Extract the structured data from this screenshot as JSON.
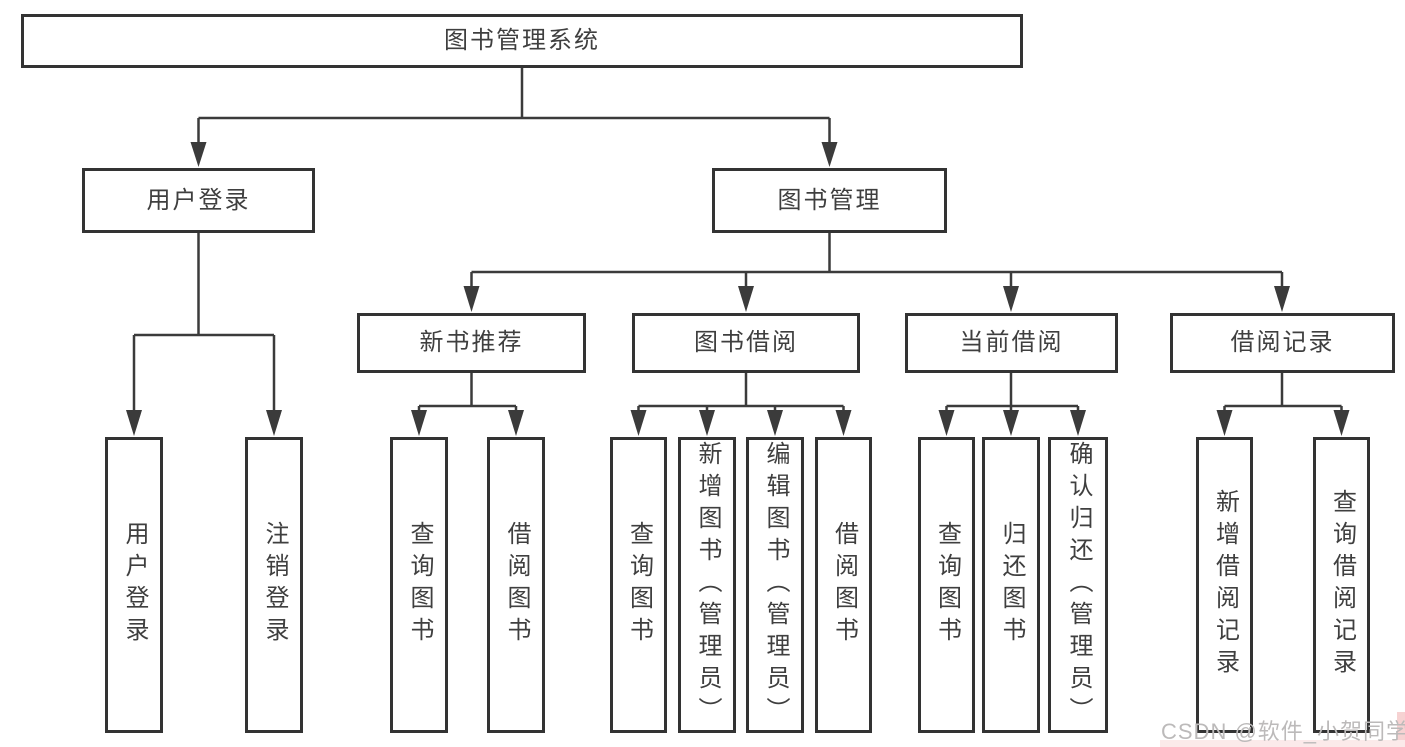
{
  "tree": {
    "root": {
      "label": "图书管理系统",
      "children": [
        {
          "label": "用户登录",
          "children": [
            {
              "label": "用户登录"
            },
            {
              "label": "注销登录"
            }
          ]
        },
        {
          "label": "图书管理",
          "children": [
            {
              "label": "新书推荐",
              "children": [
                {
                  "label": "查询图书"
                },
                {
                  "label": "借阅图书"
                }
              ]
            },
            {
              "label": "图书借阅",
              "children": [
                {
                  "label": "查询图书"
                },
                {
                  "label": "新增图书（管理员）"
                },
                {
                  "label": "编辑图书（管理员）"
                },
                {
                  "label": "借阅图书"
                }
              ]
            },
            {
              "label": "当前借阅",
              "children": [
                {
                  "label": "查询图书"
                },
                {
                  "label": "归还图书"
                },
                {
                  "label": "确认归还（管理员）"
                }
              ]
            },
            {
              "label": "借阅记录",
              "children": [
                {
                  "label": "新增借阅记录"
                },
                {
                  "label": "查询借阅记录"
                }
              ]
            }
          ]
        }
      ]
    }
  },
  "watermark": {
    "text": "CSDN @软件_小贺同学"
  },
  "colors": {
    "line": "#3b3b3b",
    "box_border": "#333333",
    "text": "#3f3f3f",
    "watermark_text": "#bcbaba",
    "watermark_accent": "#f6d2d2",
    "background": "#ffffff"
  }
}
